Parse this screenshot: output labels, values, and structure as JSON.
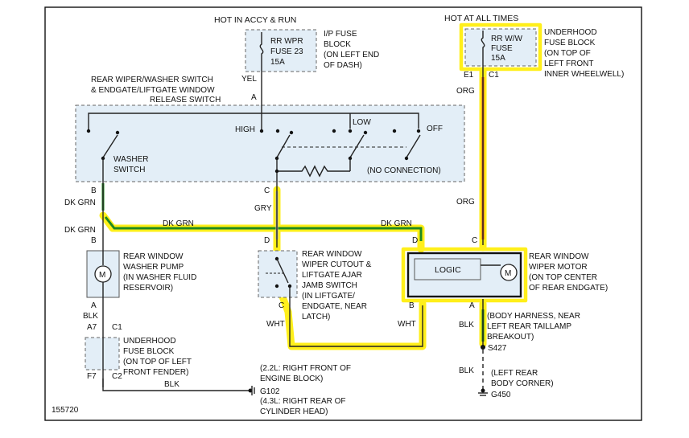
{
  "colors": {
    "highlight_yellow": "#ffef1a",
    "wire_orange": "#e8521e",
    "wire_green": "#1f8a1f",
    "wire_gray": "#b8b8b8",
    "box_fill": "#e3eef7"
  },
  "icons": {
    "motor": "motor-icon",
    "fuse": "fuse-icon",
    "ground": "ground-icon",
    "splice": "splice-icon",
    "resistor": "resistor-icon"
  },
  "power": {
    "accy_run": "HOT IN ACCY & RUN",
    "all_times": "HOT AT ALL TIMES"
  },
  "ip_fuse": {
    "line1": "RR WPR",
    "line2": "FUSE 23",
    "line3": "15A",
    "block": [
      "I/P FUSE",
      "BLOCK",
      "(ON LEFT END",
      "OF DASH)"
    ]
  },
  "underhood_top": {
    "line1": "RR W/W",
    "line2": "FUSE",
    "line3": "15A",
    "block": [
      "UNDERHOOD",
      "FUSE BLOCK",
      "(ON TOP OF",
      "LEFT FRONT",
      "INNER WHEELWELL)"
    ],
    "conn_e1": "E1",
    "conn_c1": "C1"
  },
  "switch": {
    "title": [
      "REAR WIPER/WASHER SWITCH",
      "& ENDGATE/LIFTGATE WINDOW",
      "RELEASE SWITCH"
    ],
    "high": "HIGH",
    "low": "LOW",
    "off": "OFF",
    "washer": [
      "WASHER",
      "SWITCH"
    ],
    "no_conn": "(NO CONNECTION)",
    "pin_a": "A",
    "pin_b": "B",
    "pin_c": "C"
  },
  "wires": {
    "yel": "YEL",
    "org1": "ORG",
    "org2": "ORG",
    "dkgrn1": "DK GRN",
    "dkgrn2": "DK GRN",
    "dkgrn3": "DK GRN",
    "dkgrn4": "DK GRN",
    "gry": "GRY",
    "wht1": "WHT",
    "wht2": "WHT",
    "blk1": "BLK",
    "blk2": "BLK",
    "blk3": "BLK",
    "blk4": "BLK"
  },
  "pump": {
    "label": [
      "REAR WINDOW",
      "WASHER PUMP",
      "(IN WASHER FLUID",
      "RESERVOIR)"
    ],
    "pin_b": "B",
    "pin_a": "A",
    "motor": "M"
  },
  "cutout": {
    "label": [
      "REAR WINDOW",
      "WIPER CUTOUT &",
      "LIFTGATE AJAR",
      "JAMB SWITCH",
      "(IN LIFTGATE/",
      "ENDGATE, NEAR",
      "LATCH)"
    ],
    "pin_d": "D",
    "pin_c": "C"
  },
  "wiper_motor": {
    "logic": "LOGIC",
    "motor": "M",
    "label": [
      "REAR WINDOW",
      "WIPER MOTOR",
      "(ON TOP CENTER",
      "OF REAR ENDGATE)"
    ],
    "pin_d": "D",
    "pin_c": "C",
    "pin_b": "B",
    "pin_a": "A"
  },
  "underhood_bottom": {
    "block": [
      "UNDERHOOD",
      "FUSE BLOCK",
      "(ON TOP OF LEFT",
      "FRONT FENDER)"
    ],
    "a7": "A7",
    "c1": "C1",
    "f7": "F7",
    "c2": "C2"
  },
  "ground_g102": {
    "id": "G102",
    "note1": [
      "(2.2L: RIGHT FRONT OF",
      "ENGINE BLOCK)"
    ],
    "note2": [
      "(4.3L: RIGHT REAR OF",
      "CYLINDER HEAD)"
    ]
  },
  "splice": {
    "id": "S427",
    "note": [
      "(BODY HARNESS, NEAR",
      "LEFT REAR TAILLAMP",
      "BREAKOUT)"
    ]
  },
  "ground_g450": {
    "id": "G450",
    "note": [
      "(LEFT REAR",
      "BODY CORNER)"
    ]
  },
  "figure_id": "155720"
}
